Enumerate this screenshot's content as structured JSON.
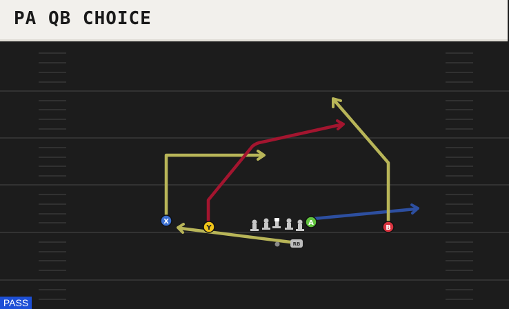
{
  "header": {
    "title": "PA QB CHOICE"
  },
  "play_type_tag": "PASS",
  "players": {
    "x": {
      "label": "X",
      "color": "#3b6fd0"
    },
    "y": {
      "label": "Y",
      "color": "#f0c419"
    },
    "a": {
      "label": "A",
      "color": "#62c43f"
    },
    "b": {
      "label": "B",
      "color": "#d9333f"
    },
    "rb": {
      "label": "RB",
      "color": "#bdbdbd"
    }
  },
  "route_colors": {
    "yellow": "#b8b558",
    "red": "#a3152f",
    "blue": "#2d4fa0"
  }
}
